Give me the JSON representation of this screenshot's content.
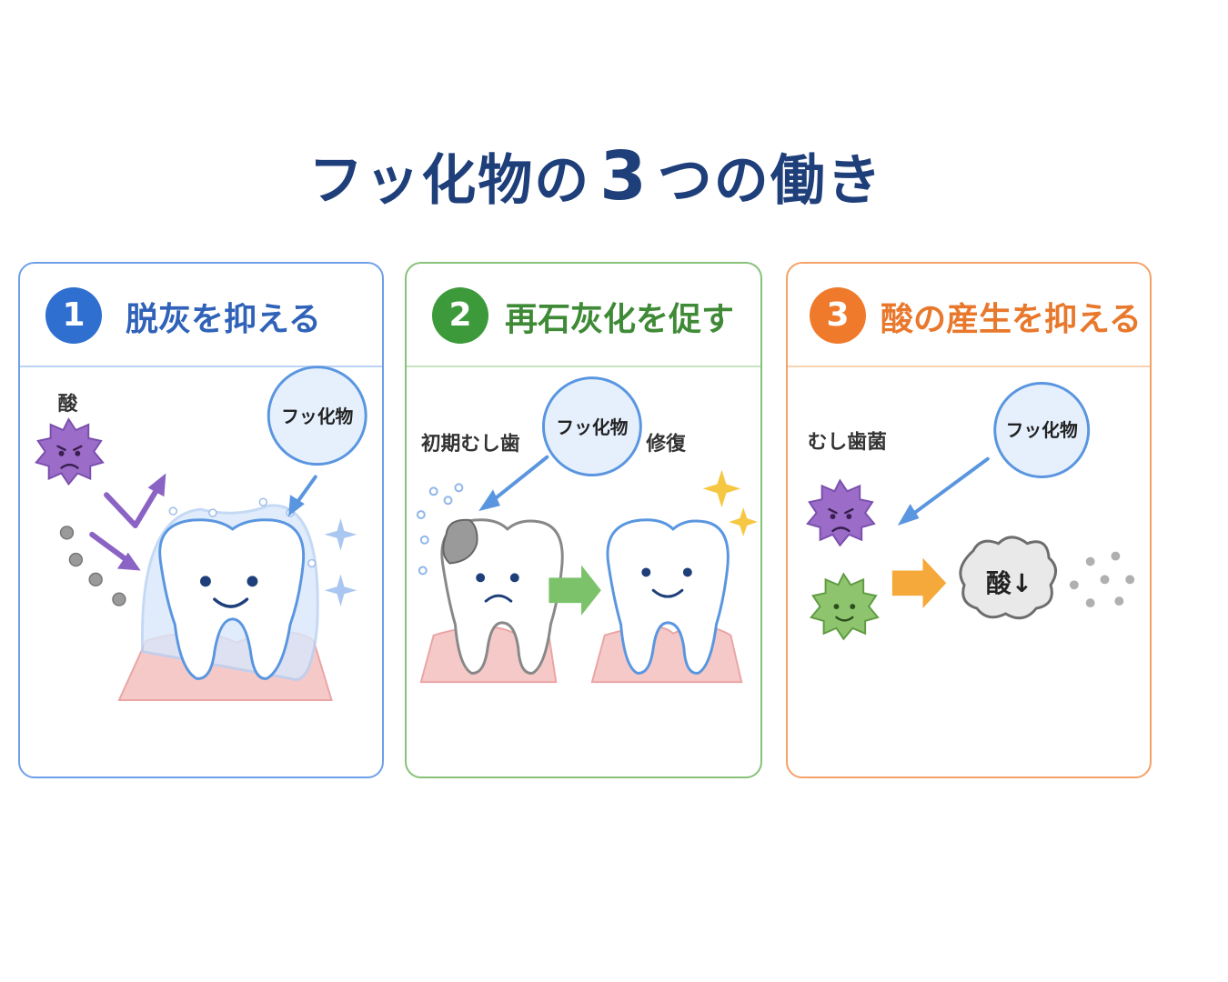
{
  "header": {
    "title_part1": "フッ化物の",
    "title_number": "3",
    "title_part2": "つの働き"
  },
  "panels": [
    {
      "number": "1",
      "title": "脱灰を抑える",
      "labels": {
        "acid": "酸",
        "fluoride": "フッ化物"
      }
    },
    {
      "number": "2",
      "title": "再石灰化を促す",
      "labels": {
        "early_caries": "初期むし歯",
        "fluoride": "フッ化物",
        "repair": "修復"
      }
    },
    {
      "number": "3",
      "title": "酸の産生を抑える",
      "labels": {
        "bacteria": "むし歯菌",
        "fluoride": "フッ化物",
        "acid_down": "酸↓"
      }
    }
  ],
  "colors": {
    "title": "#1f3f7a",
    "panel1": "#2f6fd0",
    "panel2": "#3d9a3b",
    "panel3": "#ef7a2c"
  }
}
